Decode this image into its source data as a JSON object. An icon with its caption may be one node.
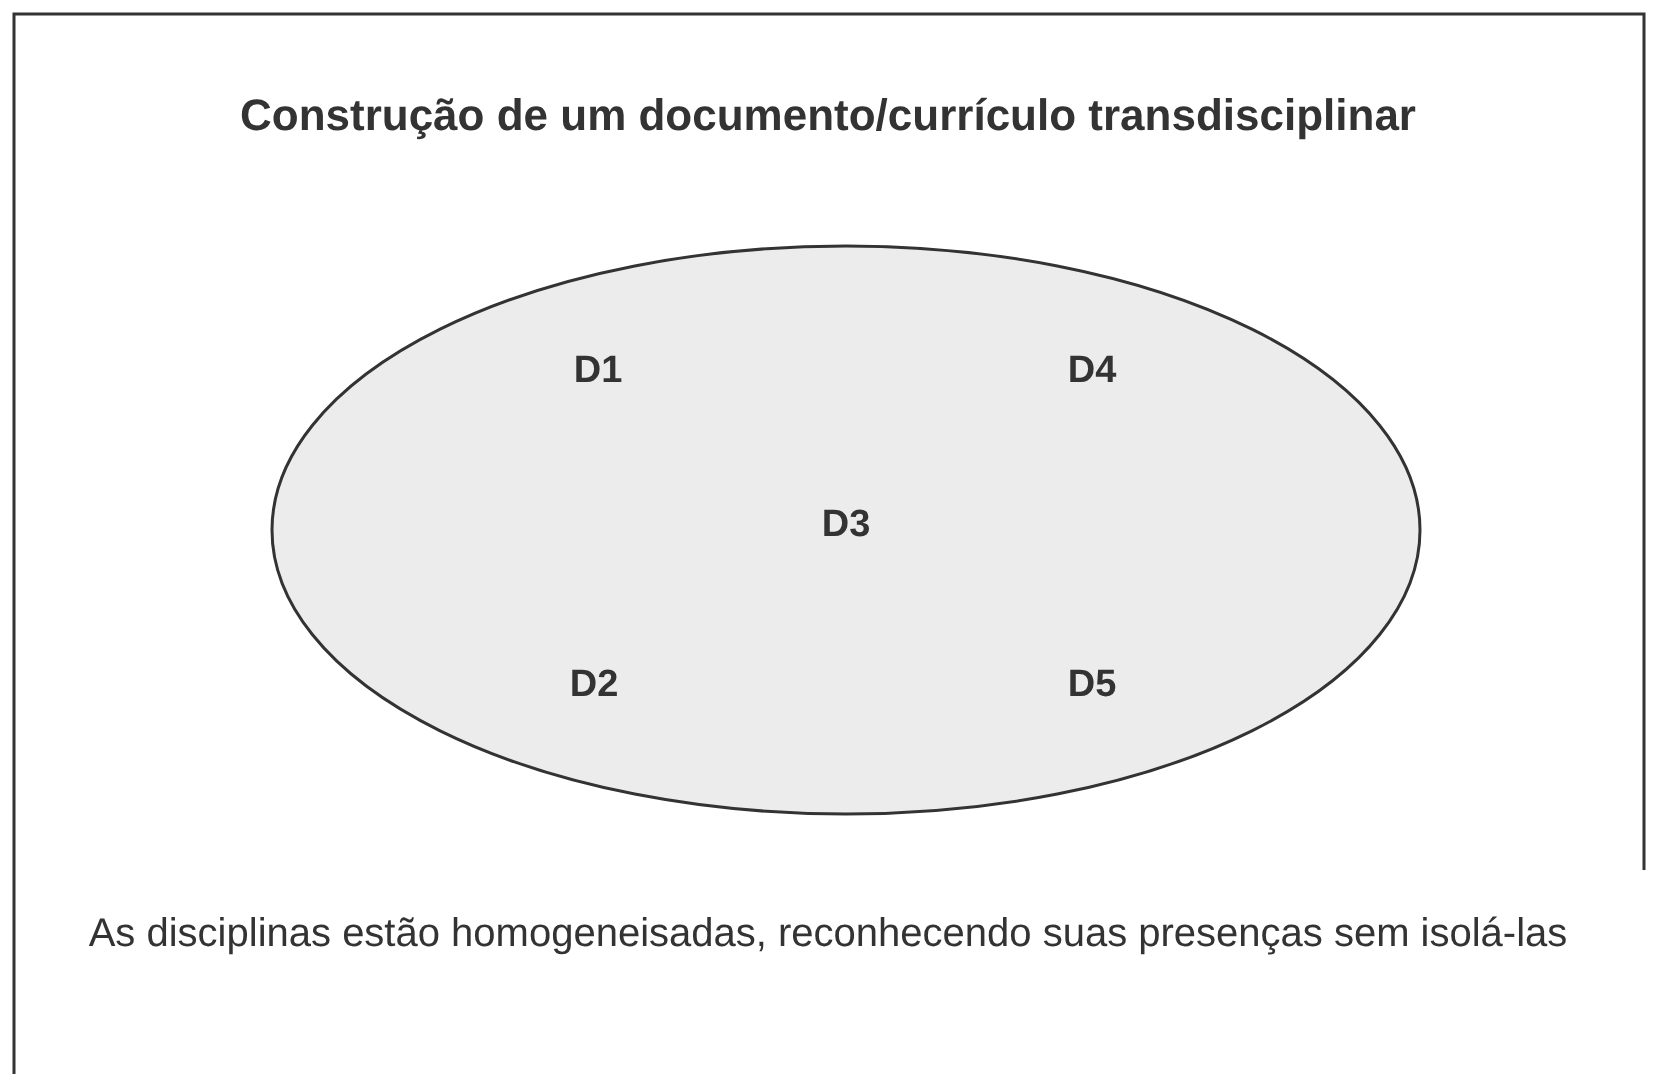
{
  "diagram": {
    "title": "Construção de um documento/currículo transdisciplinar",
    "nodes": [
      {
        "text": [
          "D1",
          "D4",
          "D3",
          "D2",
          "D5"
        ]
      }
    ],
    "caption": "As disciplinas estão homogeneisadas, reconhecendo suas presenças sem isolá-las"
  }
}
